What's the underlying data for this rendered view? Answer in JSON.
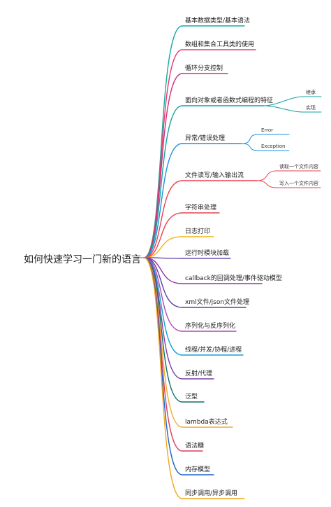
{
  "root": {
    "label": "如何快速学习一门新的语言"
  },
  "branches": [
    {
      "label": "基本数据类型/基本语法",
      "color": "#1aa7a2"
    },
    {
      "label": "数组和集合工具类的使用",
      "color": "#e8396c"
    },
    {
      "label": "循环分支控制",
      "color": "#c8327a"
    },
    {
      "label": "面向对象或者函数式编程的特征",
      "color": "#13a1a3",
      "children": [
        {
          "label": "继承"
        },
        {
          "label": "实现"
        }
      ]
    },
    {
      "label": "异常/错误处理",
      "color": "#1e8fe0",
      "children": [
        {
          "label": "Error"
        },
        {
          "label": "Exception"
        }
      ]
    },
    {
      "label": "文件读写/输入输出流",
      "color": "#e9414f",
      "children": [
        {
          "label": "读取一个文件内容"
        },
        {
          "label": "写入一个文件内容"
        }
      ]
    },
    {
      "label": "字符串处理",
      "color": "#e9414f"
    },
    {
      "label": "日志打印",
      "color": "#f2b311"
    },
    {
      "label": "运行时模块加载",
      "color": "#6d4fb0"
    },
    {
      "label": "callback的回调处理/事件驱动模型",
      "color": "#9a2fa7"
    },
    {
      "label": "xml文件/json文件处理",
      "color": "#5a3fa0"
    },
    {
      "label": "序列化与反序列化",
      "color": "#b046b7"
    },
    {
      "label": "线程/并发/协程/进程",
      "color": "#139fd8"
    },
    {
      "label": "反射/代理",
      "color": "#7b3ea8"
    },
    {
      "label": "泛型",
      "color": "#0f6e6a"
    },
    {
      "label": "lambda表达式",
      "color": "#f2a92a"
    },
    {
      "label": "语法糖",
      "color": "#e03a5a"
    },
    {
      "label": "内存模型",
      "color": "#1b63c8"
    },
    {
      "label": "同步调用/异步调用",
      "color": "#f4a51c"
    }
  ]
}
